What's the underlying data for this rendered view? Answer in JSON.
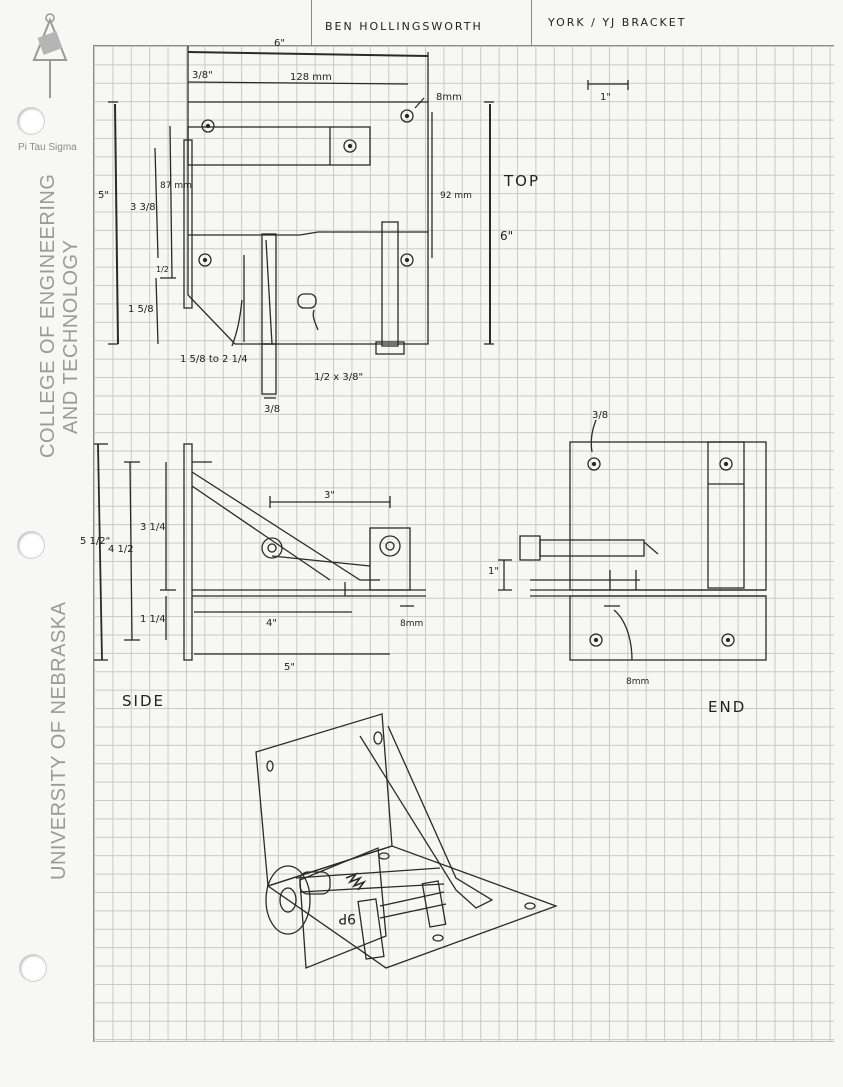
{
  "sidebar": {
    "logo_caption": "Pi Tau Sigma",
    "college_line1": "COLLEGE OF ENGINEERING",
    "college_line2": "AND TECHNOLOGY",
    "university": "UNIVERSITY OF NEBRASKA"
  },
  "title_block": {
    "author": "BEN HOLLINGSWORTH",
    "part": "YORK / YJ   BRACKET"
  },
  "views": {
    "top": "TOP",
    "side": "SIDE",
    "end": "END"
  },
  "dimensions": {
    "top_width": "6\"",
    "top_three_eighths": "3/8\"",
    "top_128mm": "128 mm",
    "top_8mm": "8mm",
    "scale_1in": "1\"",
    "top_5in": "5\"",
    "top_87mm": "87 mm",
    "top_3_3_8": "3 3/8",
    "top_half": "1/2",
    "top_1_5_8": "1 5/8",
    "top_92mm": "92 mm",
    "top_6in": "6\"",
    "top_slot": "1 5/8 to 2 1/4",
    "top_hole": "1/2 x 3/8\"",
    "top_bolt": "3/8",
    "side_5_half": "5 1/2\"",
    "side_4_half": "4 1/2",
    "side_3_quarter": "3 1/4",
    "side_1_quarter": "1 1/4",
    "side_3in": "3\"",
    "side_4in": "4\"",
    "side_5in": "5\"",
    "side_8mm": "8mm",
    "end_three_eighths": "3/8",
    "end_1in": "1\"",
    "end_8mm": "8mm"
  },
  "iso_label": "9P"
}
